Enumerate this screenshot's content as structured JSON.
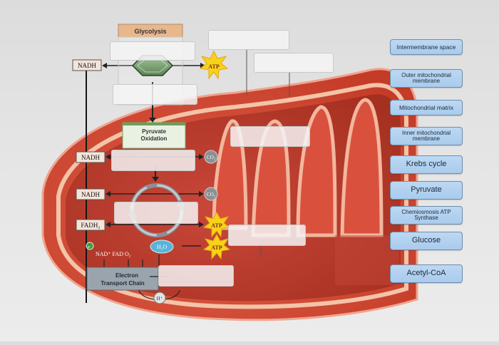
{
  "diagram": {
    "glycolysis": "Glycolysis",
    "pyruvate_oxidation_line1": "Pyruvate",
    "pyruvate_oxidation_line2": "Oxidation",
    "nadh": "NADH",
    "fadh2": "FADH₂",
    "atp": "ATP",
    "co2": "CO₂",
    "h2o": "H₂O",
    "h_plus": "H⁺",
    "e_minus": "e⁻",
    "nad_fad_o2": "NAD⁺ FAD O₂",
    "etc_line1": "Electron",
    "etc_line2": "Transport Chain"
  },
  "answer_chips": [
    {
      "label": "Intermembrane space"
    },
    {
      "label": "Outer mitochondrial membrane"
    },
    {
      "label": "Mitochondrial matrix"
    },
    {
      "label": "Inner mitochondrial membrane"
    },
    {
      "label": "Krebs cycle"
    },
    {
      "label": "Pyruvate"
    },
    {
      "label": "Chemiosmosis ATP Synthase"
    },
    {
      "label": "Glucose"
    },
    {
      "label": "Acetyl-CoA"
    }
  ],
  "colors": {
    "membrane": "#d2452f",
    "matrix": "#b7382a",
    "chip_fill": "#b2d1ef",
    "atp_star": "#f7d21a"
  }
}
